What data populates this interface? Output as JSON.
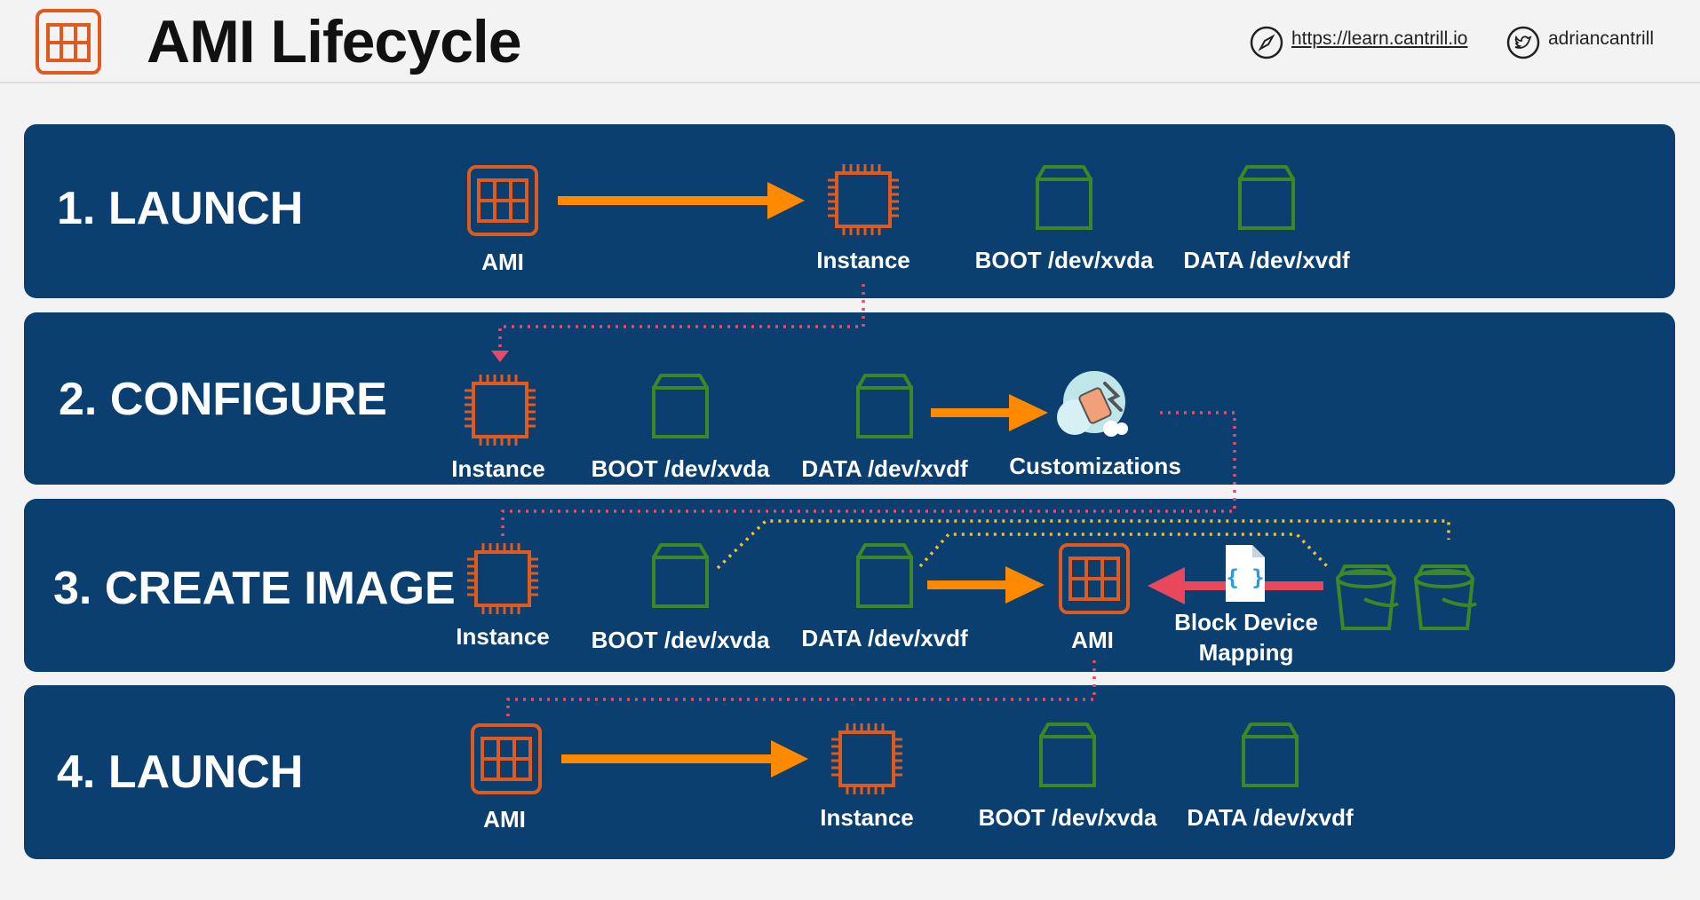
{
  "header": {
    "title": "AMI Lifecycle",
    "website": "https://learn.cantrill.io",
    "twitter": "adriancantrill"
  },
  "stages": {
    "launch1": {
      "name": "1. LAUNCH",
      "ami": "AMI",
      "instance": "Instance",
      "boot": "BOOT /dev/xvda",
      "data": "DATA /dev/xvdf"
    },
    "configure": {
      "name": "2. CONFIGURE",
      "instance": "Instance",
      "boot": "BOOT /dev/xvda",
      "data": "DATA /dev/xvdf",
      "customizations": "Customizations"
    },
    "create_image": {
      "name": "3. CREATE IMAGE",
      "instance": "Instance",
      "boot": "BOOT /dev/xvda",
      "data": "DATA /dev/xvdf",
      "ami": "AMI",
      "bdm_line1": "Block Device",
      "bdm_line2": "Mapping",
      "bdm_glyph": "{ }"
    },
    "launch4": {
      "name": "4. LAUNCH",
      "ami": "AMI",
      "instance": "Instance",
      "boot": "BOOT /dev/xvda",
      "data": "DATA /dev/xvdf"
    }
  },
  "colors": {
    "band": "#0b3f70",
    "compute_orange": "#e05a1e",
    "storage_green": "#3f8624",
    "arrow_orange": "#ff8a00",
    "arrow_red": "#e8485a",
    "dotted_pink": "#e84a6a",
    "dotted_yellow": "#f2c12e"
  },
  "icons": [
    "ami-icon",
    "instance-chip-icon",
    "ebs-volume-icon",
    "s3-bucket-icon",
    "customizations-icon",
    "compass-icon",
    "twitter-icon",
    "block-device-mapping-icon"
  ]
}
